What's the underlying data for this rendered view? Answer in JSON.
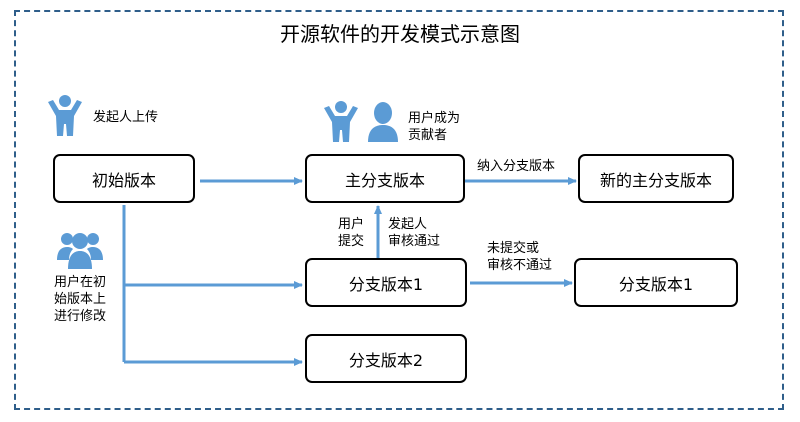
{
  "title": "开源软件的开发模式示意图",
  "colors": {
    "frame": "#2f5e8a",
    "arrow": "#5b9bd5",
    "icon": "#5b9bd5"
  },
  "boxes": {
    "initial": "初始版本",
    "main_branch": "主分支版本",
    "new_main": "新的主分支版本",
    "branch1": "分支版本1",
    "branch1_rejected": "分支版本1",
    "branch2": "分支版本2"
  },
  "labels": {
    "initiator_upload": "发起人上传",
    "user_contributor_1": "用户成为",
    "user_contributor_2": "贡献者",
    "merge_branch": "纳入分支版本",
    "user_submit_1": "用户",
    "user_submit_2": "提交",
    "initiator_review_1": "发起人",
    "initiator_review_2": "审核通过",
    "not_submitted_1": "未提交或",
    "not_submitted_2": "审核不通过",
    "users_modify_1": "用户在初",
    "users_modify_2": "始版本上",
    "users_modify_3": "进行修改"
  },
  "icons": [
    "person-arms-up-icon",
    "person-arms-up-icon",
    "person-avatar-icon",
    "user-group-icon"
  ]
}
